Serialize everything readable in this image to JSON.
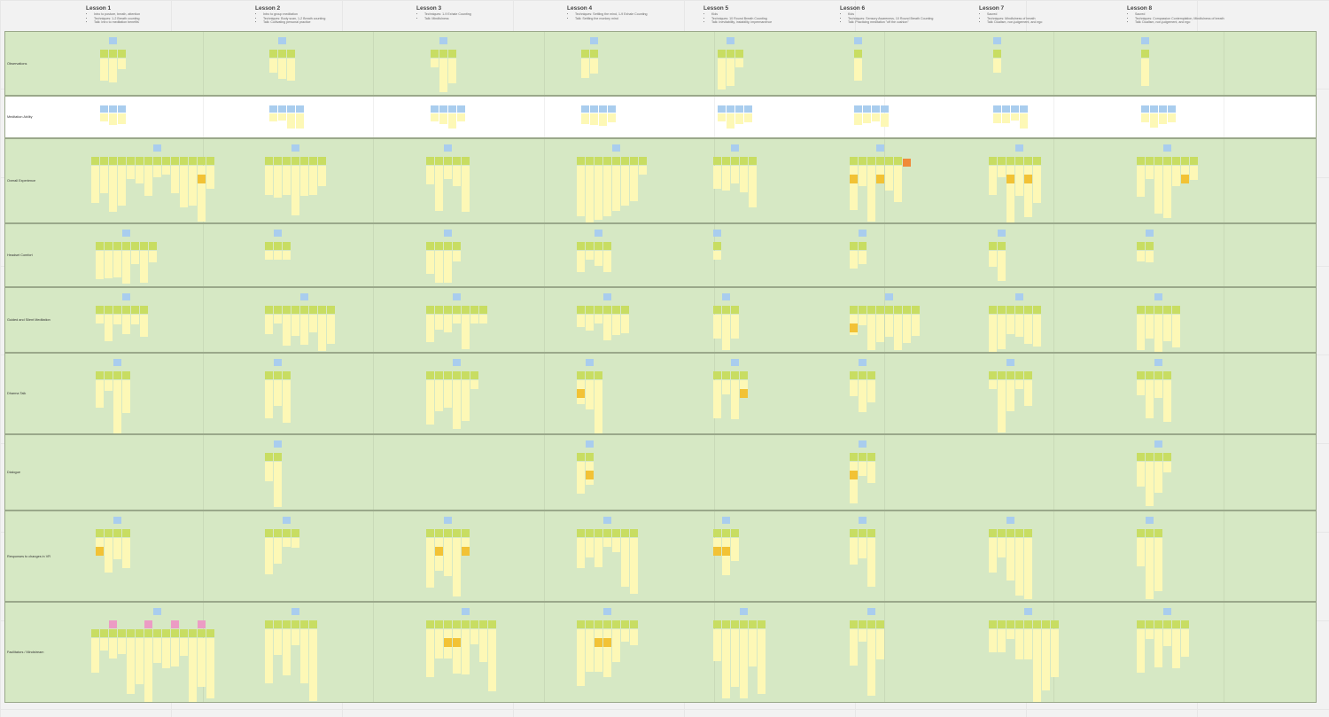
{
  "lessons": [
    {
      "title": "Lesson 1",
      "bullets": [
        "Intro to posture, breath, attention",
        "Techniques: 1-2 Breath counting",
        "Talk: Intro to meditation benefits"
      ]
    },
    {
      "title": "Lesson 2",
      "bullets": [
        "Intro to group meditation",
        "Techniques: Body scan, 1-2 Breath counting",
        "Talk: Cultivating personal practice"
      ]
    },
    {
      "title": "Lesson 3",
      "bullets": [
        "Techniques: 1-9 Exhale Counting",
        "Talk: Mindfulness"
      ]
    },
    {
      "title": "Lesson 4",
      "bullets": [
        "Techniques: Settling the mind, 1-9 Exhale Counting",
        "Talk: Settling the monkey mind"
      ]
    },
    {
      "title": "Lesson 5",
      "bullets": [
        "Kids",
        "Techniques: 10 Round Breath Counting",
        "Talk: Inevitability, instability, impermanence"
      ]
    },
    {
      "title": "Lesson 6",
      "bullets": [
        "Kids",
        "Techniques: Sensory Awareness, 10 Round Breath Counting",
        "Talk: Practicing meditation \"off the cushion\""
      ]
    },
    {
      "title": "Lesson 7",
      "bullets": [
        "Sacred",
        "Techniques: Mindfulness of breath",
        "Talk: Dualism, non-judgement, and ego"
      ]
    },
    {
      "title": "Lesson 8",
      "bullets": [
        "Sacred",
        "Techniques: Compassion Contemplation, Mindfulness of breath",
        "Talk: Dualism, non-judgement, and ego"
      ]
    }
  ],
  "rows": [
    {
      "label": "Observations",
      "style": "green"
    },
    {
      "label": "Meditation Ability",
      "style": "white"
    },
    {
      "label": "Overall Experience",
      "style": "green"
    },
    {
      "label": "Headset Comfort",
      "style": "green"
    },
    {
      "label": "Guided and Silent Meditation",
      "style": "green"
    },
    {
      "label": "Dharma Talk",
      "style": "green"
    },
    {
      "label": "Dialogue",
      "style": "green"
    },
    {
      "label": "Responses to changes in VR",
      "style": "green"
    },
    {
      "label": "Facilitators / Mindstream",
      "style": "green"
    }
  ],
  "note_colors": {
    "blue": "#a9cdee",
    "lime": "#c8dd62",
    "yellow": "#fdf8b6",
    "gold": "#f2c235",
    "orange": "#f08a3a",
    "pink": "#ec9cc4",
    "white": "#fbfbfb"
  }
}
